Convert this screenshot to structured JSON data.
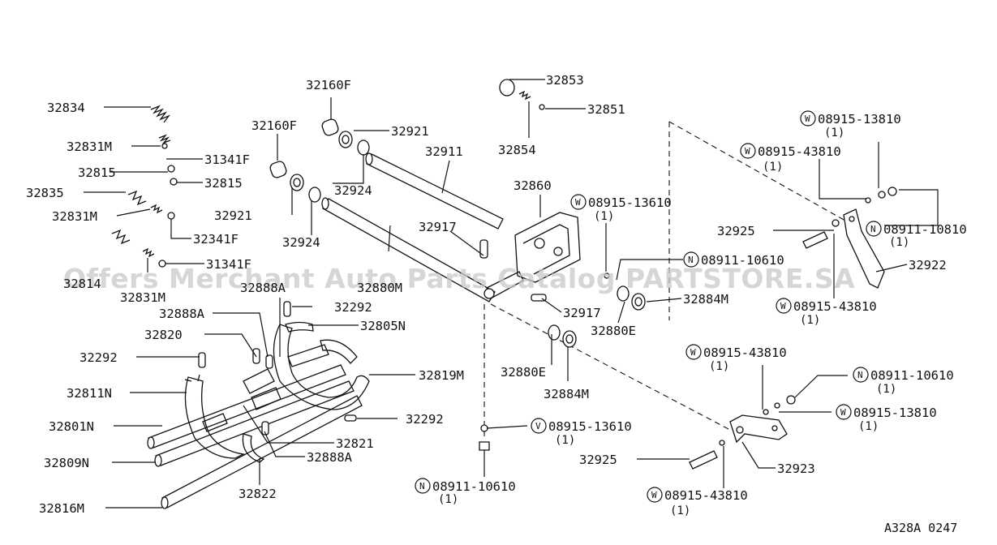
{
  "diagram": {
    "watermark": "Offers Merchant Auto Parts Catalog PARTSTORE.SA",
    "code": "A328A 0247",
    "labels": {
      "p32853": "32853",
      "p32851": "32851",
      "p32854": "32854",
      "p32834": "32834",
      "p32831M_a": "32831M",
      "p31341F_a": "31341F",
      "p32815_a": "32815",
      "p32815_b": "32815",
      "p32835": "32835",
      "p32831M_b": "32831M",
      "p32341F": "32341F",
      "p32814": "32814",
      "p32831M_c": "32831M",
      "p31341F_b": "31341F",
      "p32160F_a": "32160F",
      "p32160F_b": "32160F",
      "p32921_a": "32921",
      "p32921_b": "32921",
      "p32924_a": "32924",
      "p32924_b": "32924",
      "p32911": "32911",
      "p32860": "32860",
      "p32917_a": "32917",
      "p32917_b": "32917",
      "p32888A_a": "32888A",
      "p32888A_b": "32888A",
      "p32888A_c": "32888A",
      "p32880M": "32880M",
      "p32292_a": "32292",
      "p32292_b": "32292",
      "p32292_c": "32292",
      "p32805N": "32805N",
      "p32820": "32820",
      "p32819M": "32819M",
      "p32811N": "32811N",
      "p32801N": "32801N",
      "p32809N": "32809N",
      "p32816M": "32816M",
      "p32821": "32821",
      "p32822": "32822",
      "p32880E_a": "32880E",
      "p32880E_b": "32880E",
      "p32884M_a": "32884M",
      "p32884M_b": "32884M",
      "p32925_a": "32925",
      "p32925_b": "32925",
      "p32922": "32922",
      "p32923": "32923",
      "w1": "08915-13810",
      "w2": "08915-43810",
      "w3": "08911-10810",
      "w4": "08915-43810",
      "v1": "08915-13610",
      "n1": "08911-10610",
      "w5": "08915-43810",
      "n2": "08911-10610",
      "w6": "08915-13810",
      "v2": "08915-13610",
      "n3": "08911-10610",
      "w7": "08915-43810",
      "qty": "(1)",
      "letter_w": "W",
      "letter_v": "V",
      "letter_n": "N"
    }
  }
}
